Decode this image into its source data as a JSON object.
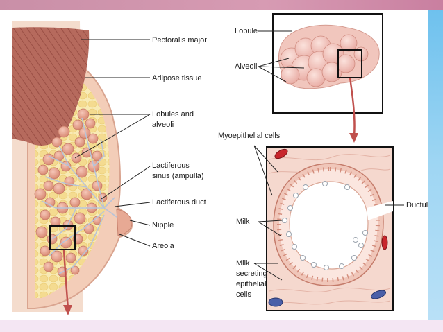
{
  "labels": {
    "pectoralis_major": "Pectoralis major",
    "adipose_tissue": "Adipose tissue",
    "lobules_and_alveoli": [
      "Lobules and",
      "alveoli"
    ],
    "lactiferous_sinus": [
      "Lactiferous",
      "sinus (ampulla)"
    ],
    "lactiferous_duct": "Lactiferous duct",
    "nipple": "Nipple",
    "areola": "Areola",
    "lobule": "Lobule",
    "alveoli": "Alveoli",
    "myoepithelial_cells": "Myoepithelial cells",
    "ductule": "Ductule",
    "milk": "Milk",
    "milk_secreting_cells": [
      "Milk",
      "secreting",
      "epithelial",
      "cells"
    ]
  },
  "colors": {
    "muscle": "#b86a5e",
    "fat": "#f7e6a8",
    "lobule_tissue": "#e8a08a",
    "skin": "#f3cdb8",
    "duct": "#b7c4d9",
    "arrow": "#c0504d",
    "red_cell": "#c8262c",
    "blue_cell": "#4a5fa8",
    "frame_top": "#c98fa7",
    "frame_right": "#6ec1ee"
  }
}
